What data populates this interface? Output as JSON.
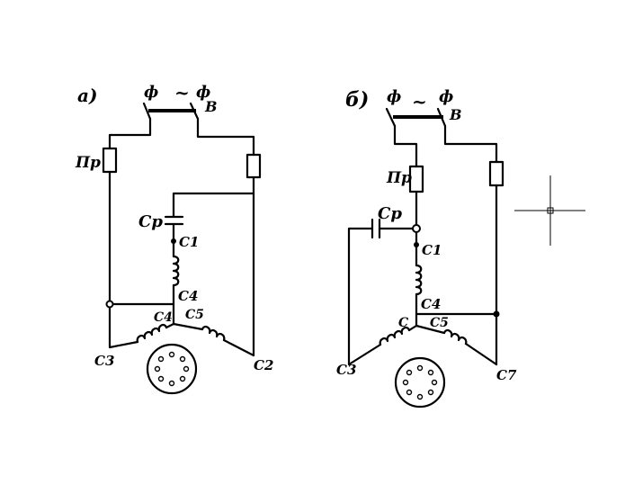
{
  "diagrams": [
    {
      "marker": "а)",
      "supply_left": "ф",
      "supply_tilde": "~",
      "supply_right": "ф",
      "supply_b": "В",
      "fuse_label": "Пр",
      "capacitor_label": "Ср",
      "c1": "С1",
      "c4_top": "С4",
      "c4_node": "С4",
      "c5": "С5",
      "c3": "С3",
      "c2": "С2"
    },
    {
      "marker": "б)",
      "supply_left": "ф",
      "supply_tilde": "~",
      "supply_right": "ф",
      "supply_b": "В",
      "fuse_label": "Пр",
      "capacitor_label": "Ср",
      "c1": "С1",
      "c4_top": "С4",
      "c4_node": "С",
      "c5": "С5",
      "c3": "С3",
      "c7": "С7"
    }
  ]
}
